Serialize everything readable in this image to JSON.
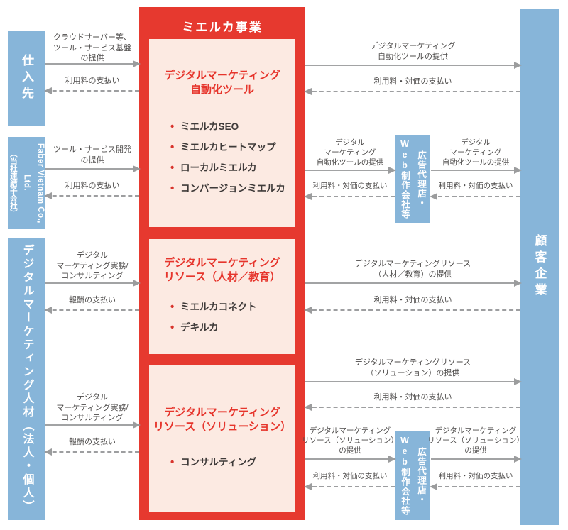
{
  "diagram": {
    "title": "ミエルカ事業",
    "colors": {
      "accent_red": "#e6392f",
      "panel_pink": "#fceae2",
      "bar_blue": "#87b5d9",
      "arrow_gray": "#9d9ea0",
      "label_gray": "#4d4b4a"
    }
  },
  "entities": {
    "supplier": "仕入先",
    "faber_en": "Faber Vietnam Co., Ltd.",
    "faber_note": "（当社連結子会社）",
    "talent": "デジタルマーケティング人材（法人・個人）",
    "customer": "顧客企業",
    "agency_line1": "広告代理店・",
    "agency_line2": "Web制作会社等"
  },
  "products": [
    {
      "title": "デジタルマーケティング\n自動化ツール",
      "items": [
        "ミエルカSEO",
        "ミエルカヒートマップ",
        "ローカルミエルカ",
        "コンバージョンミエルカ"
      ]
    },
    {
      "title": "デジタルマーケティング\nリソース（人材／教育）",
      "items": [
        "ミエルカコネクト",
        "デキルカ"
      ]
    },
    {
      "title": "デジタルマーケティング\nリソース（ソリューション）",
      "items": [
        "コンサルティング"
      ]
    }
  ],
  "flows": {
    "s1": {
      "provide": "クラウドサーバー等、\nツール・サービス基盤\nの提供",
      "pay": "利用料の支払い"
    },
    "s2": {
      "provide": "ツール・サービス開発\nの提供",
      "pay": "利用料の支払い"
    },
    "s3": {
      "provide": "デジタル\nマーケティング実務/\nコンサルティング",
      "pay": "報酬の支払い"
    },
    "s4": {
      "provide": "デジタル\nマーケティング実務/\nコンサルティング",
      "pay": "報酬の支払い"
    },
    "r1": {
      "provide": "デジタルマーケティング\n自動化ツールの提供",
      "pay": "利用料・対価の支払い"
    },
    "r2": {
      "provide": "デジタル\nマーケティング\n自動化ツールの提供",
      "pay": "利用料・対価の支払い"
    },
    "r3": {
      "provide": "デジタルマーケティングリソース\n（人材／教育）の提供",
      "pay": "利用料・対価の支払い"
    },
    "r4": {
      "provide": "デジタルマーケティングリソース\n（ソリューション）の提供",
      "pay": "利用料・対価の支払い"
    },
    "r5": {
      "provide": "デジタルマーケティング\nリソース（ソリューション）\nの提供",
      "pay": "利用料・対価の支払い"
    }
  }
}
